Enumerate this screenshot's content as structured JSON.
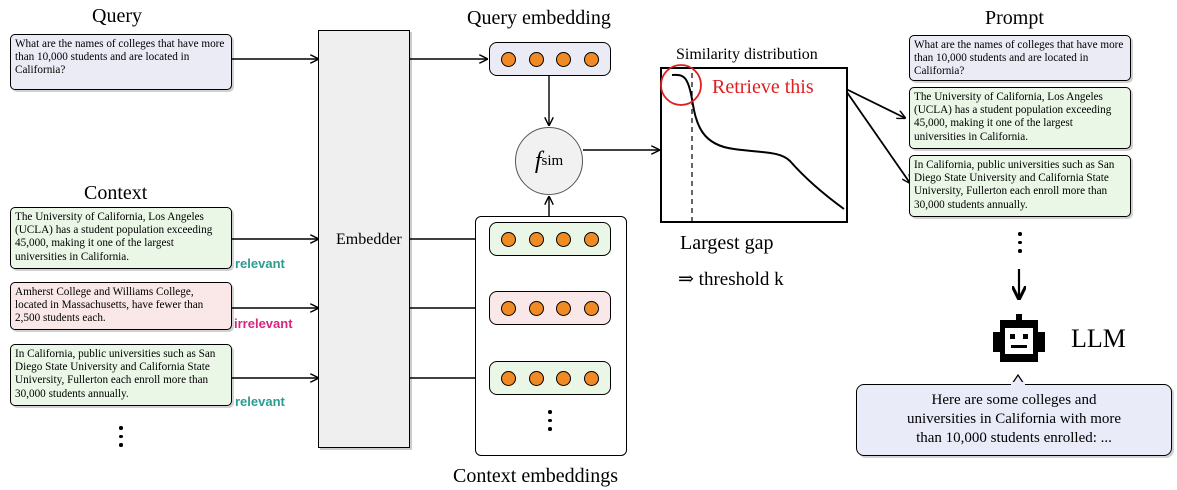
{
  "labels": {
    "query_heading": "Query",
    "context_heading": "Context",
    "embedder": "Embedder",
    "query_embedding": "Query embedding",
    "context_embeddings": "Context embeddings",
    "similarity_distribution": "Similarity distribution",
    "retrieve_this": "Retrieve this",
    "largest_gap": "Largest gap",
    "threshold": "⇒ threshold k",
    "prompt_heading": "Prompt",
    "llm": "LLM",
    "fsim_main": "f",
    "fsim_sub": "sim"
  },
  "query": {
    "text": "What are the names of colleges that have more than 10,000 students and are located in California?"
  },
  "contexts": [
    {
      "text": "The University of California, Los Angeles (UCLA) has a student population exceeding 45,000, making it one of the largest universities in California.",
      "label": "relevant"
    },
    {
      "text": "Amherst College and Williams College, located in Massachusetts, have fewer than 2,500 students each.",
      "label": "irrelevant"
    },
    {
      "text": "In California, public universities such as San Diego State University and California State University, Fullerton each enroll more than 30,000 students annually.",
      "label": "relevant"
    }
  ],
  "prompt": {
    "query_text": "What are the names of colleges that have more than 10,000 students and are located in California?",
    "ctx1_text": "The University of California, Los Angeles (UCLA) has a student population exceeding 45,000, making it one of the largest universities in California.",
    "ctx2_text": "In California, public universities such as San Diego State University and California State University, Fullerton each enroll more than 30,000 students annually."
  },
  "response": {
    "text": "Here are some colleges and universities in California with more than 10,000 students enrolled: ..."
  },
  "colors": {
    "query_fill": "#ebebf6",
    "relevant_fill": "#eaf6e6",
    "irrelevant_fill": "#fae8e8",
    "relevant_tag": "#2a9d8f",
    "irrelevant_tag": "#d6277f",
    "embedding_dot": "#f08a24",
    "highlight": "#e02020"
  },
  "icons": {
    "robot": "robot-icon"
  }
}
